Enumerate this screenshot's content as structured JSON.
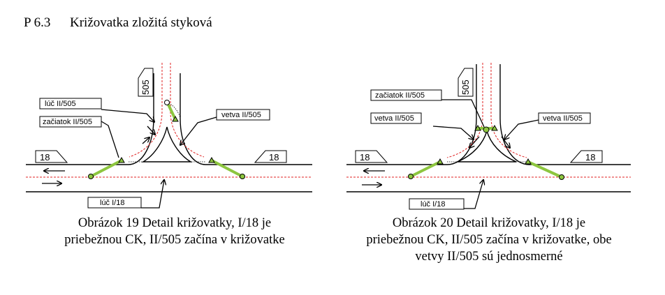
{
  "section": {
    "number": "P 6.3",
    "title": "Križovatka zložitá styková"
  },
  "figure_left": {
    "road_number_side": "505",
    "road_number_left": "18",
    "road_number_right": "18",
    "labels": {
      "luc_top": "lúč II/505",
      "zaciatok": "začiatok II/505",
      "vetva": "vetva II/505",
      "luc_bottom": "lúč I/18"
    },
    "caption_lines": [
      "Obrázok 19 Detail križovatky, I/18 je",
      "priebežnou CK, II/505 začína v križovatke"
    ]
  },
  "figure_right": {
    "road_number_side": "505",
    "road_number_left": "18",
    "road_number_right": "18",
    "labels": {
      "zaciatok": "začiatok II/505",
      "vetva_left": "vetva II/505",
      "vetva_right": "vetva II/505",
      "luc_bottom": "lúč I/18"
    },
    "caption_lines": [
      "Obrázok 20 Detail križovatky, I/18 je",
      "priebežnou CK, II/505 začína v križovatke, obe",
      "vetvy II/505 sú jednosmerné"
    ]
  },
  "colors": {
    "green": "#8dc63f",
    "red_dash": "#e02020",
    "ink": "#000000"
  }
}
